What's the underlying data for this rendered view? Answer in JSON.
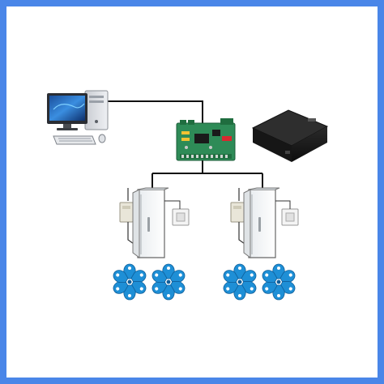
{
  "diagram": {
    "type": "access-control-system-topology",
    "frame_color": "#4a86e8",
    "line_color": "#111111",
    "components": [
      {
        "id": "computer",
        "icon": "desktop-pc-icon"
      },
      {
        "id": "controller",
        "icon": "control-board-icon",
        "board_color": "#2e8b57",
        "label": ""
      },
      {
        "id": "power-supply",
        "icon": "power-box-icon",
        "color": "#1a1a1a"
      },
      {
        "id": "door-left",
        "icon": "glass-door-icon",
        "readers": 1,
        "exit_buttons": 1
      },
      {
        "id": "door-right",
        "icon": "glass-door-icon",
        "readers": 1,
        "exit_buttons": 1
      }
    ],
    "tags": {
      "icon": "rfid-keyfob-icon",
      "color": "#1e8fd6",
      "groups": 4,
      "per_group": 6
    }
  }
}
